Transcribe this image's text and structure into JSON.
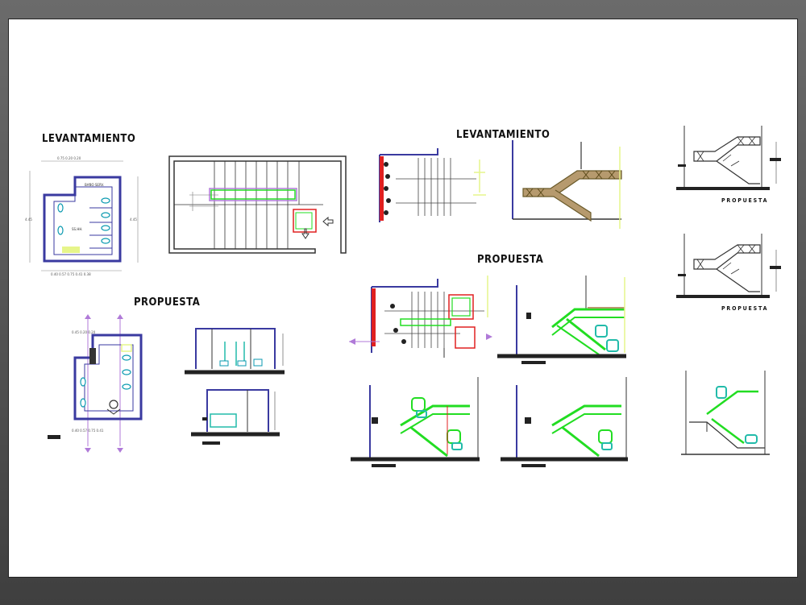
{
  "labels": {
    "bath_survey": "LEVANTAMIENTO",
    "bath_proposal": "PROPUESTA",
    "stair_survey": "LEVANTAMIENTO",
    "stair_proposal": "PROPUESTA",
    "ramp_a_proposal": "PROPUESTA",
    "ramp_b_proposal": "PROPUESTA"
  },
  "colors": {
    "sheet": "#ffffff",
    "wall": "#3a3aa0",
    "railing_survey": "#7a6a3a",
    "railing_proposal": "#22dd22",
    "lift": "#22bbaa",
    "section_marker": "#b07ad8",
    "highlight": "#e02020",
    "guide": "#e6f58a"
  }
}
